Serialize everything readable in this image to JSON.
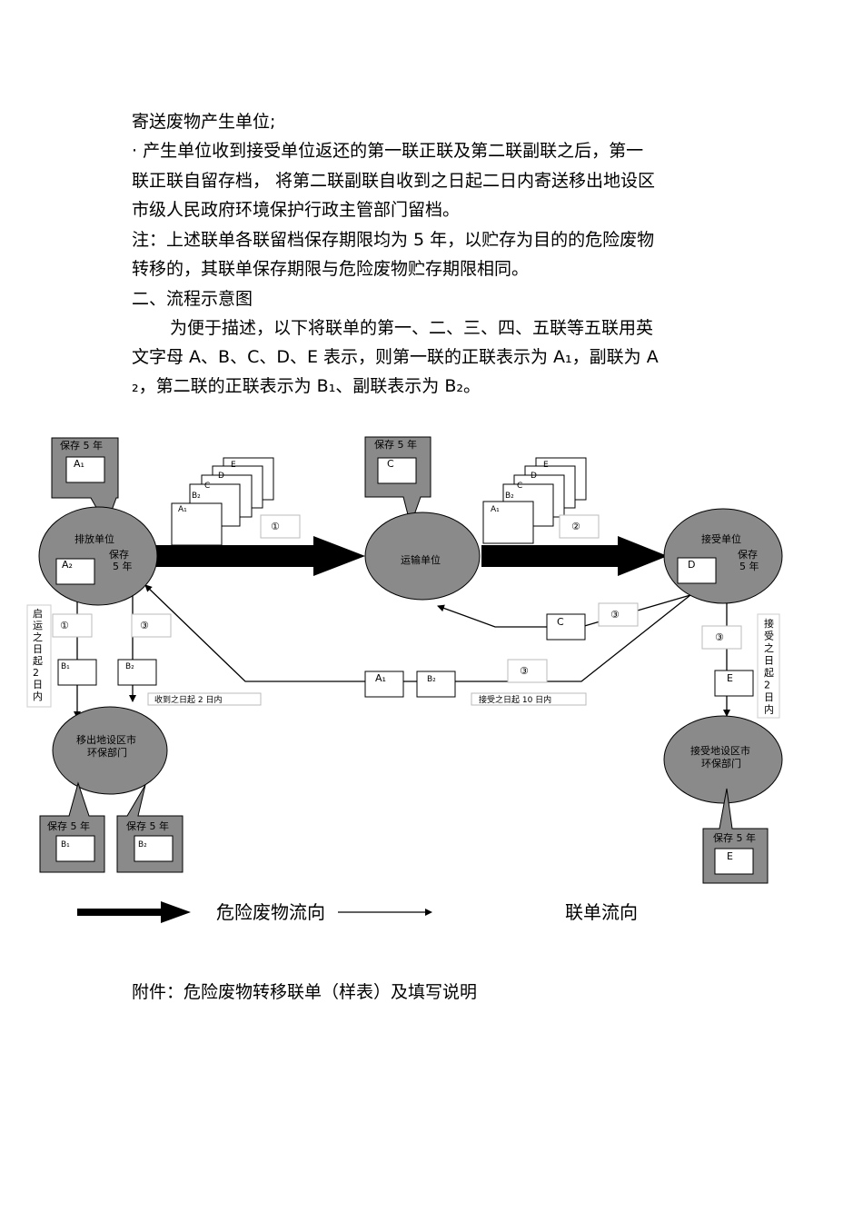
{
  "text": {
    "line1": "寄送废物产生单位;",
    "line2": "· 产生单位收到接受单位返还的第一联正联及第二联副联之后，第一",
    "line3": "联正联自留存档， 将第二联副联自收到之日起二日内寄送移出地设区",
    "line4": "市级人民政府环境保护行政主管部门留档。",
    "line5": "注：上述联单各联留档保存期限均为 5 年，以贮存为目的的危险废物",
    "line6": "转移的，其联单保存期限与危险废物贮存期限相同。",
    "line7": "二、流程示意图",
    "line8": "为便于描述，以下将联单的第一、二、三、四、五联等五联用英",
    "line9": "文字母 A、B、C、D、E 表示，则第一联的正联表示为 A₁，副联为 A",
    "line10": "₂，第二联的正联表示为 B₁、副联表示为 B₂。"
  },
  "diagram": {
    "nodes": {
      "producer": "排放单位",
      "transporter": "运输单位",
      "receiver": "接受单位",
      "origin_epb_line1": "移出地设区市",
      "origin_epb_line2": "环保部门",
      "dest_epb_line1": "接受地设区市",
      "dest_epb_line2": "环保部门"
    },
    "keep5": "保存 5 年",
    "keep_label": "保存",
    "five_years": "5 年",
    "forms": {
      "A1": "A₁",
      "A2": "A₂",
      "B1": "B₁",
      "B2": "B₂",
      "C": "C",
      "D": "D",
      "E": "E"
    },
    "steps": {
      "s1": "①",
      "s2": "②",
      "s3": "③"
    },
    "notes": {
      "two_days": "收到之日起  2 日内",
      "ten_days": "接受之日起  10 日内",
      "start_v": [
        "启",
        "运",
        "之",
        "日",
        "起",
        "2",
        "日",
        "内"
      ],
      "receive_v": [
        "接",
        "受",
        "之",
        "日",
        "起",
        "2",
        "日",
        "内"
      ]
    }
  },
  "legend": {
    "waste_flow": "危险废物流向",
    "form_flow": "联单流向"
  },
  "attachment": "附件：危险废物转移联单（样表）及填写说明"
}
